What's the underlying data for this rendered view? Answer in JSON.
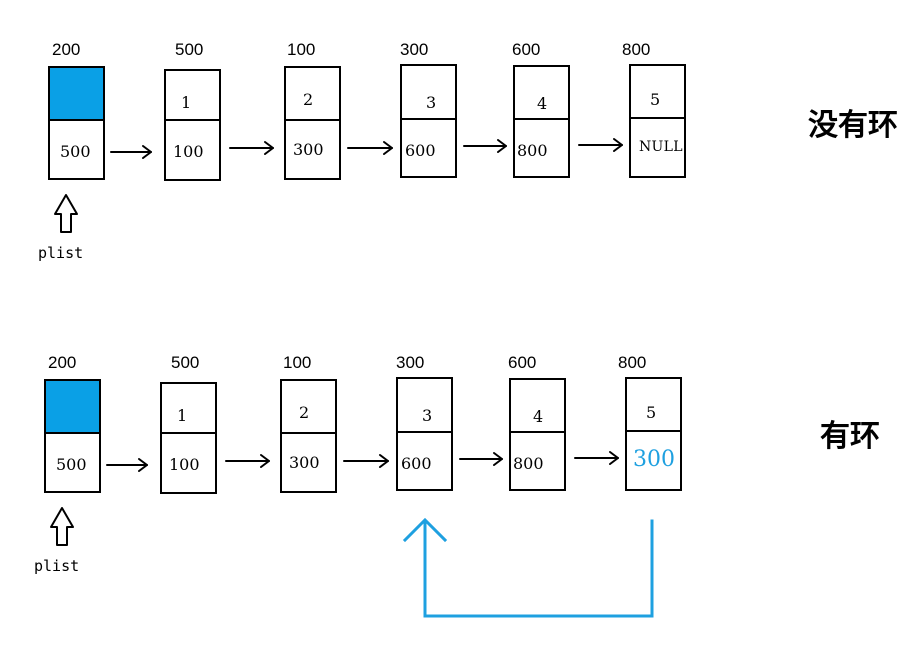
{
  "diagram_a": {
    "label": "没有环",
    "pointer_label": "plist",
    "nodes": [
      {
        "addr": "200",
        "value": "",
        "next": "500",
        "head": true
      },
      {
        "addr": "500",
        "value": "1",
        "next": "100"
      },
      {
        "addr": "100",
        "value": "2",
        "next": "300"
      },
      {
        "addr": "300",
        "value": "3",
        "next": "600"
      },
      {
        "addr": "600",
        "value": "4",
        "next": "800"
      },
      {
        "addr": "800",
        "value": "5",
        "next": "NULL"
      }
    ]
  },
  "diagram_b": {
    "label": "有环",
    "pointer_label": "plist",
    "nodes": [
      {
        "addr": "200",
        "value": "",
        "next": "500",
        "head": true
      },
      {
        "addr": "500",
        "value": "1",
        "next": "100"
      },
      {
        "addr": "100",
        "value": "2",
        "next": "300"
      },
      {
        "addr": "300",
        "value": "3",
        "next": "600"
      },
      {
        "addr": "600",
        "value": "4",
        "next": "800"
      },
      {
        "addr": "800",
        "value": "5",
        "next": "300"
      }
    ]
  },
  "colors": {
    "head_fill": "#0aa0e6",
    "loop_accent": "#1ea0e0",
    "line": "#000000"
  }
}
